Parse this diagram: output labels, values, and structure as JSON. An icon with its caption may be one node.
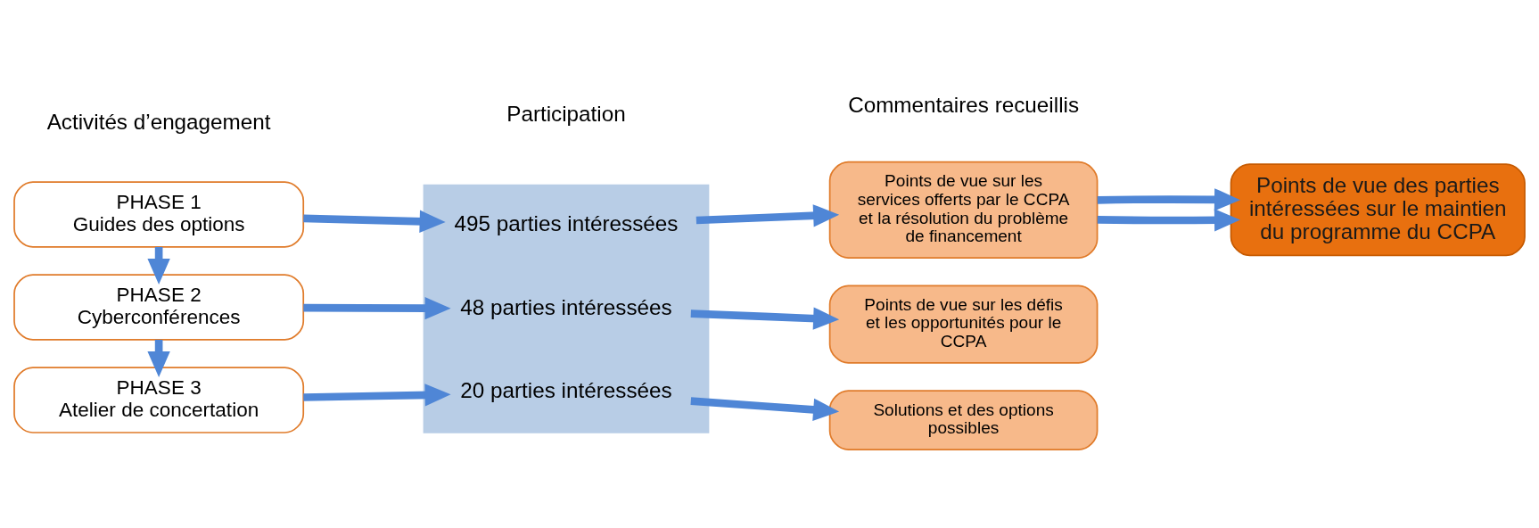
{
  "diagram": {
    "nodes": [
      {
        "text": [
          "PHASE 1",
          "Guides des options"
        ]
      },
      {
        "text": [
          "PHASE 2",
          "Cyberconférences"
        ]
      },
      {
        "text": [
          "PHASE 3",
          "Atelier de concertation"
        ]
      },
      {
        "text": [],
        "shape": "triangle"
      },
      {
        "text": [
          "495 parties intéressées"
        ],
        "in": 3
      },
      {
        "text": [
          "48 parties intéressées"
        ],
        "in": 3
      },
      {
        "text": [
          "20 parties intéressées"
        ],
        "in": 3
      },
      {
        "text": [
          "Points de vue sur les services offerts par le CCPA et la résolution du problème de financement"
        ]
      },
      {
        "text": [
          "Points de vue sur les défis et les opportunités pour le CCPA"
        ]
      },
      {
        "text": [
          "Solutions et des options possibles"
        ]
      },
      {
        "text": [
          "Points de vue des parties intéressées sur le maintien du programme du CCPA"
        ]
      }
    ],
    "edges": [
      {
        "from": 0,
        "to": 1,
        "arrow": "to"
      },
      {
        "from": 1,
        "to": 2,
        "arrow": "to"
      },
      {
        "from": 0,
        "to": 4,
        "arrow": "to"
      },
      {
        "from": 1,
        "to": 5,
        "arrow": "to"
      },
      {
        "from": 2,
        "to": 6,
        "arrow": "to"
      },
      {
        "from": 4,
        "to": 7,
        "arrow": "to"
      },
      {
        "from": 5,
        "to": 8,
        "arrow": "to"
      },
      {
        "from": 6,
        "to": 9,
        "arrow": "to"
      },
      {
        "from": 7,
        "to": 10,
        "arrow": "to"
      },
      {
        "from": 7,
        "to": 10,
        "arrow": "to"
      }
    ],
    "labels": [
      "Activités d’engagement",
      "Participation",
      "Commentaires recueillis"
    ]
  }
}
